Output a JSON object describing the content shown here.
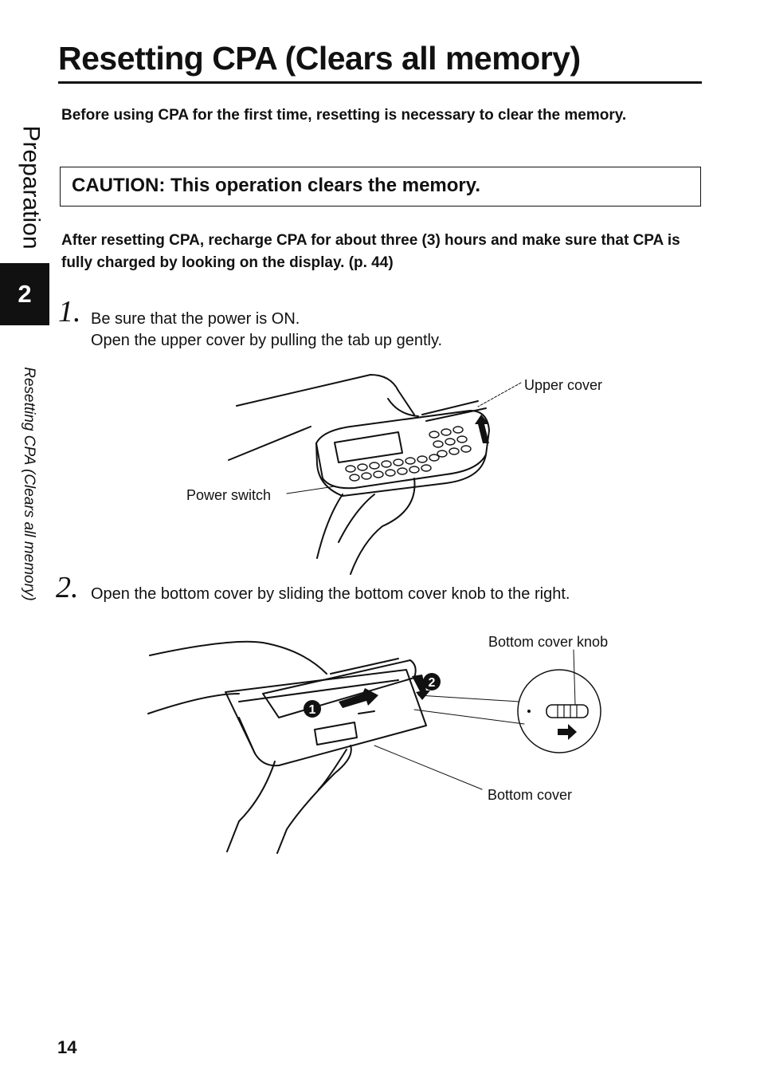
{
  "page": {
    "title": "Resetting CPA (Clears all memory)",
    "page_number": "14"
  },
  "sidebar": {
    "chapter": "Preparation",
    "chapter_number": "2",
    "section": "Resetting CPA (Clears all memory)"
  },
  "intro": {
    "paragraph1": "Before using CPA for the first time, resetting is necessary to clear the memory.",
    "caution": "CAUTION:  This operation clears the memory.",
    "paragraph2": "After resetting CPA, recharge CPA for about three (3) hours and make sure that CPA is fully charged by looking on the display. (p. 44)"
  },
  "steps": [
    {
      "number": "1.",
      "lines": [
        "Be sure that the power is ON.",
        "Open the upper cover by pulling the tab up gently."
      ],
      "callouts": {
        "upper_cover": "Upper cover",
        "power_switch": "Power switch"
      }
    },
    {
      "number": "2.",
      "lines": [
        "Open the bottom cover by sliding the bottom cover knob to the right."
      ],
      "callouts": {
        "bottom_cover_knob": "Bottom cover knob",
        "bottom_cover": "Bottom cover"
      },
      "markers": [
        "1",
        "2"
      ]
    }
  ]
}
